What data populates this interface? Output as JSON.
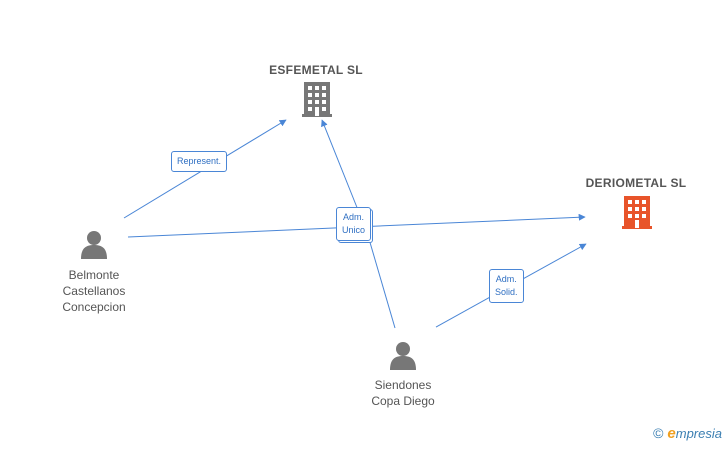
{
  "nodes": {
    "esfemetal": {
      "label": "ESFEMETAL SL",
      "type": "company",
      "color": "#777777"
    },
    "deriometal": {
      "label": "DERIOMETAL SL",
      "type": "company",
      "color": "#e8542a"
    },
    "belmonte": {
      "label": "Belmonte\nCastellanos\nConcepcion",
      "type": "person",
      "color": "#777777"
    },
    "siendones": {
      "label": "Siendones\nCopa Diego",
      "type": "person",
      "color": "#777777"
    }
  },
  "edges": {
    "represent": {
      "label": "Represent."
    },
    "adm_unico": {
      "label": "Adm.\nUnico"
    },
    "adm_solid": {
      "label": "Adm.\nSolid."
    }
  },
  "colors": {
    "edge": "#4a86d6",
    "edge_label": "#2f6fc2"
  },
  "branding": {
    "copyright": "©",
    "name_first": "e",
    "name_rest": "mpresia"
  }
}
